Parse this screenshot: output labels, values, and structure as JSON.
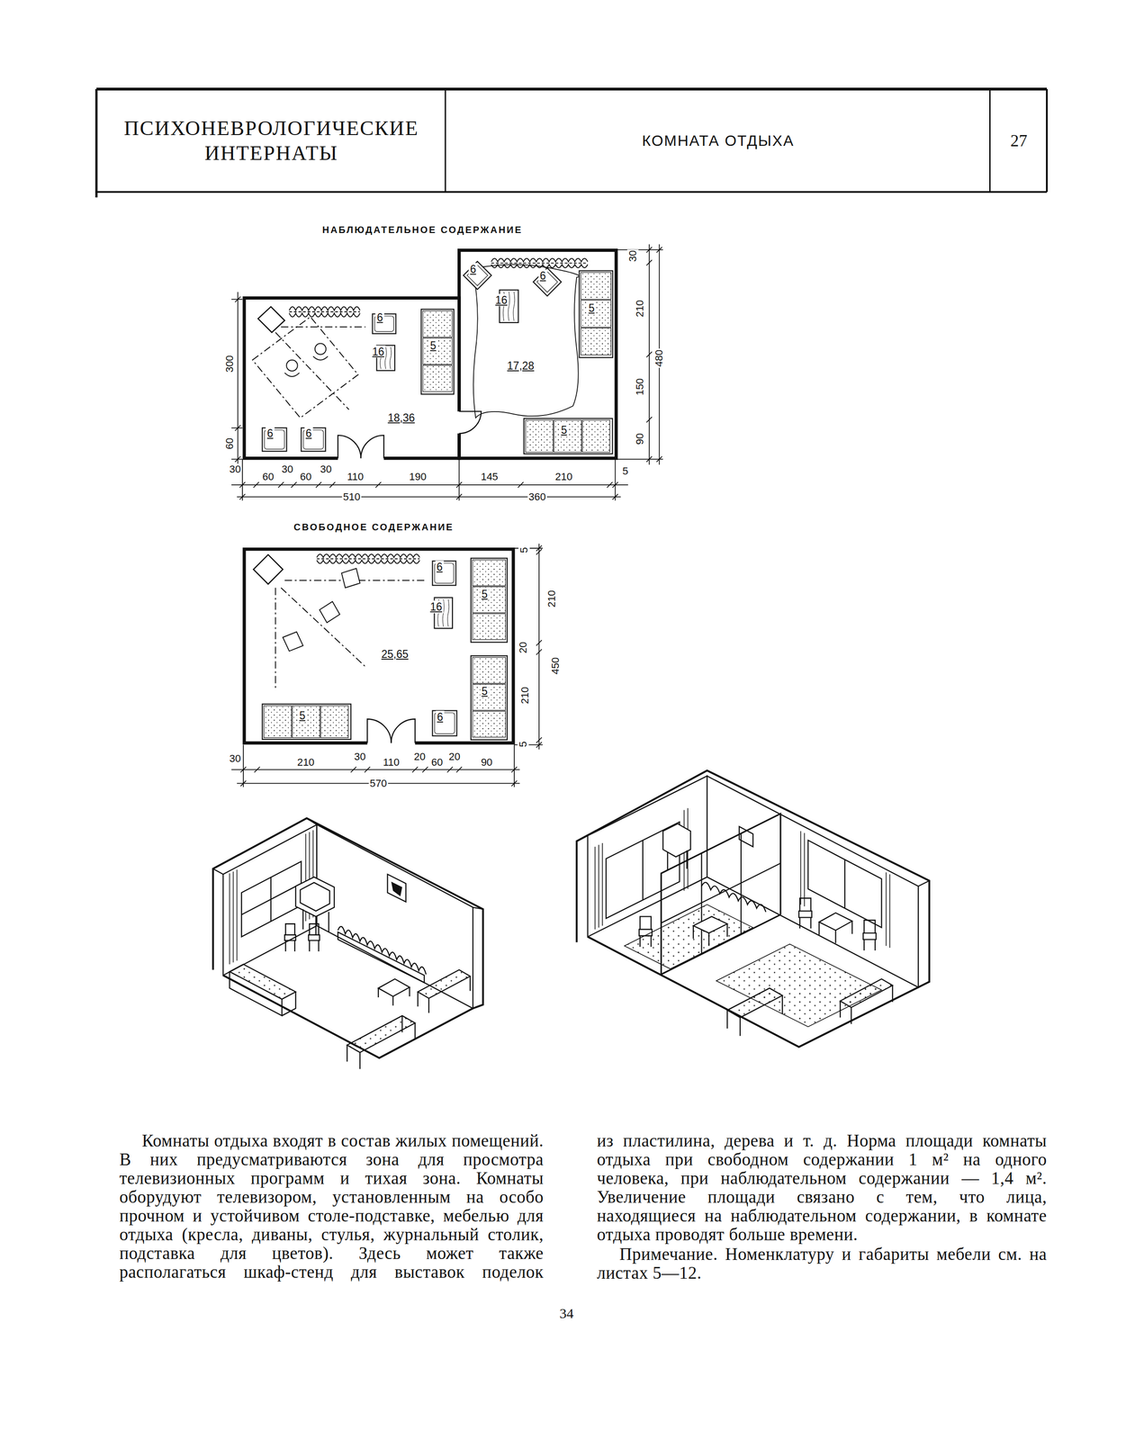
{
  "diagram": {
    "nodes": [
      {
        "text": [
          "ПСИХОНЕВРОЛОГИЧЕСКИЕ ИНТЕРНАТЫ"
        ]
      },
      {
        "text": [
          "КОМНАТА ОТДЫХА"
        ]
      },
      {
        "text": [
          "27"
        ]
      },
      {
        "text": [
          "18,36"
        ]
      },
      {
        "text": [
          "6"
        ],
        "in": 3
      },
      {
        "text": [
          "16"
        ],
        "in": 3
      },
      {
        "text": [
          "5"
        ],
        "in": 3
      },
      {
        "text": [
          "6"
        ],
        "in": 3
      },
      {
        "text": [
          "6"
        ],
        "in": 3
      },
      {
        "text": [
          "17,28"
        ]
      },
      {
        "text": [
          "6"
        ],
        "in": 9
      },
      {
        "text": [
          "6"
        ],
        "in": 9
      },
      {
        "text": [
          "16"
        ],
        "in": 9
      },
      {
        "text": [
          "5"
        ],
        "in": 9
      },
      {
        "text": [
          "5"
        ],
        "in": 9
      },
      {
        "text": [
          "25,65"
        ]
      },
      {
        "text": [
          "6"
        ],
        "in": 15
      },
      {
        "text": [
          "16"
        ],
        "in": 15
      },
      {
        "text": [
          "5"
        ],
        "in": 15
      },
      {
        "text": [
          "5"
        ],
        "in": 15
      },
      {
        "text": [
          "5"
        ],
        "in": 15
      },
      {
        "text": [
          "6"
        ],
        "in": 15
      }
    ],
    "labels": [
      "НАБЛЮДАТЕЛЬНОЕ СОДЕРЖАНИЕ",
      "300",
      "60",
      "30",
      "60",
      "30",
      "60",
      "30",
      "110",
      "190",
      "145",
      "210",
      "5",
      "510",
      "360",
      "30",
      "210",
      "480",
      "150",
      "90",
      "СВОБОДНОЕ СОДЕРЖАНИЕ",
      "5",
      "210",
      "20",
      "450",
      "210",
      "5",
      "30",
      "210",
      "30",
      "110",
      "20",
      "60",
      "20",
      "90",
      "570",
      "Комнаты отдыха входят в состав жилых помещений. В них предусматриваются зона для просмотра телевизионных программ и тихая зона. Комнаты оборудуют телевизором, установленным на особо прочном и устойчивом столе-подставке, мебелью для отдыха (кресла, диваны, стулья, журнальный столик, подставка для цветов). Здесь может также располагаться шкаф-стенд для выставок поделок",
      "из пластилина, дерева и т. д. Норма площади комнаты отдыха при свободном содержании 1 м² на одного человека, при наблюдательном содержании — 1,4 м². Увеличение площади связано с тем, что лица, находящиеся на наблюдательном содержании, в комнате отдыха проводят больше времени.",
      "Примечание. Номенклатуру и габариты мебели см. на листах 5—12.",
      "34"
    ]
  }
}
